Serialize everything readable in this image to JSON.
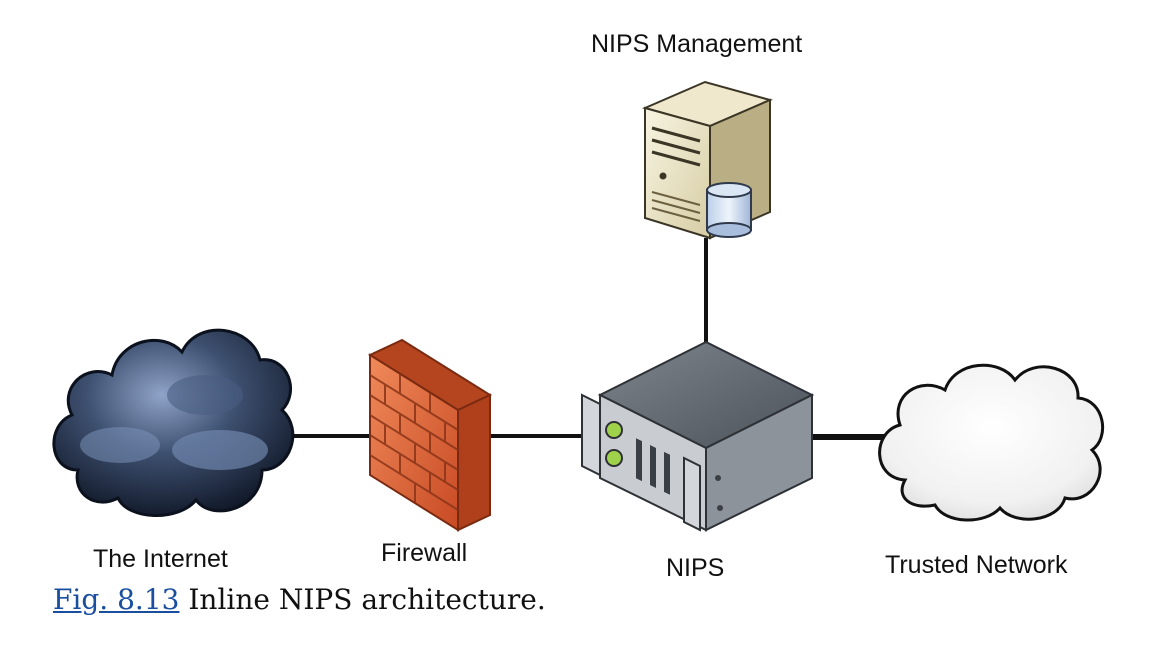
{
  "diagram": {
    "nodes": {
      "internet": {
        "label": "The Internet",
        "icon": "storm-cloud-icon"
      },
      "firewall": {
        "label": "Firewall",
        "icon": "brick-firewall-icon"
      },
      "nips": {
        "label": "NIPS",
        "icon": "rack-appliance-icon"
      },
      "trusted": {
        "label": "Trusted Network",
        "icon": "white-cloud-icon"
      },
      "management": {
        "label": "NIPS Management",
        "icon": "server-database-icon"
      }
    },
    "connections": [
      [
        "internet",
        "firewall"
      ],
      [
        "firewall",
        "nips"
      ],
      [
        "nips",
        "trusted"
      ],
      [
        "management",
        "nips"
      ]
    ]
  },
  "caption": {
    "link_text": "Fig. 8.13",
    "text": " Inline NIPS architecture."
  },
  "colors": {
    "link": "#1a4fa0",
    "line": "#111111",
    "brick": "#d9623a",
    "storm_cloud": "#2b3a55",
    "server_beige": "#e9e2c4",
    "appliance_gray": "#6f747c"
  }
}
